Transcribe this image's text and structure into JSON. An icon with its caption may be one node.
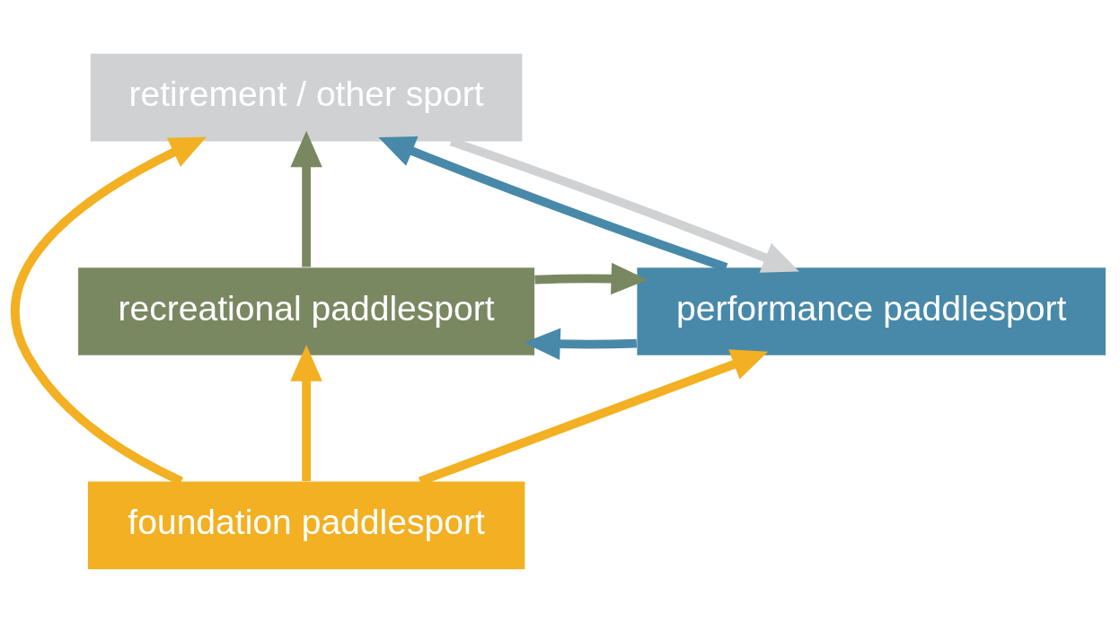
{
  "diagram": {
    "nodes": [
      {
        "text": [
          "retirement / other sport"
        ]
      },
      {
        "text": [
          "recreational paddlesport"
        ]
      },
      {
        "text": [
          "performance paddlesport"
        ]
      },
      {
        "text": [
          "foundation paddlesport"
        ]
      }
    ],
    "edges": [
      {
        "from": 3,
        "to": 0,
        "arrow": "to",
        "color": "#f2b022"
      },
      {
        "from": 1,
        "to": 0,
        "arrow": "to",
        "color": "#7a8862"
      },
      {
        "from": 3,
        "to": 1,
        "arrow": "to",
        "color": "#f2b022"
      },
      {
        "from": 1,
        "to": 2,
        "arrow": "to",
        "color": "#7a8862"
      },
      {
        "from": 2,
        "to": 1,
        "arrow": "to",
        "color": "#4889a9"
      },
      {
        "from": 2,
        "to": 0,
        "arrow": "to",
        "color": "#4889a9"
      },
      {
        "from": 0,
        "to": 2,
        "arrow": "to",
        "color": "#d0d1d3"
      },
      {
        "from": 3,
        "to": 2,
        "arrow": "to",
        "color": "#f2b022"
      }
    ]
  }
}
